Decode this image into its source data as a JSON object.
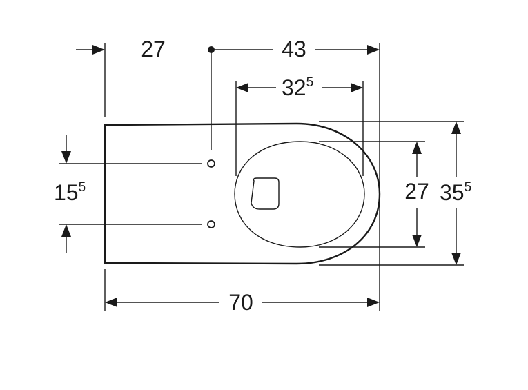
{
  "dimensions": {
    "front_to_wall_left": {
      "main": "27",
      "sup": ""
    },
    "fixing_to_front": {
      "main": "43",
      "sup": ""
    },
    "bowl_opening_length": {
      "main": "32",
      "sup": "5"
    },
    "fixing_spacing": {
      "main": "15",
      "sup": "5"
    },
    "bowl_opening_width": {
      "main": "27",
      "sup": ""
    },
    "overall_width": {
      "main": "35",
      "sup": "5"
    },
    "overall_length": {
      "main": "70",
      "sup": ""
    }
  }
}
